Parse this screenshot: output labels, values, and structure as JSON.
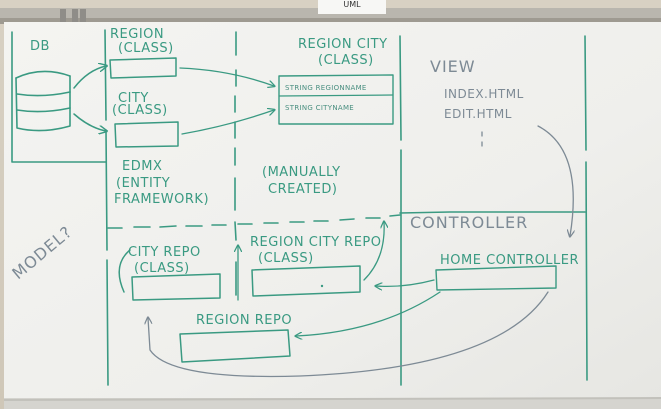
{
  "whiteboard": {
    "top_tag": "UML",
    "sections": {
      "db": {
        "label": "DB"
      },
      "region": {
        "title": "REGION",
        "subtitle": "(CLASS)"
      },
      "city": {
        "title": "CITY",
        "subtitle": "(CLASS)"
      },
      "edmx": {
        "line1": "EDMX",
        "line2": "(ENTITY",
        "line3": "FRAMEWORK)"
      },
      "regioncity": {
        "title": "REGION CITY",
        "subtitle": "(CLASS)",
        "field1": "STRING REGIONNAME",
        "field2": "STRING CITYNAME",
        "note1": "(MANUALLY",
        "note2": "CREATED)"
      },
      "view": {
        "title": "VIEW",
        "file1": "INDEX.HTML",
        "file2": "EDIT.HTML"
      },
      "model": {
        "label": "MODEL?"
      },
      "controller": {
        "title": "CONTROLLER",
        "home": "HOME CONTROLLER"
      },
      "city_repo": {
        "title": "CITY REPO",
        "subtitle": "(CLASS)"
      },
      "regioncity_repo": {
        "title": "REGION CITY REPO",
        "subtitle": "(CLASS)"
      },
      "region_repo": {
        "title": "REGION REPO"
      }
    }
  },
  "colors": {
    "marker_green": "#3a9a82",
    "marker_gray": "#7d8a95",
    "board": "#f3f3f0"
  }
}
